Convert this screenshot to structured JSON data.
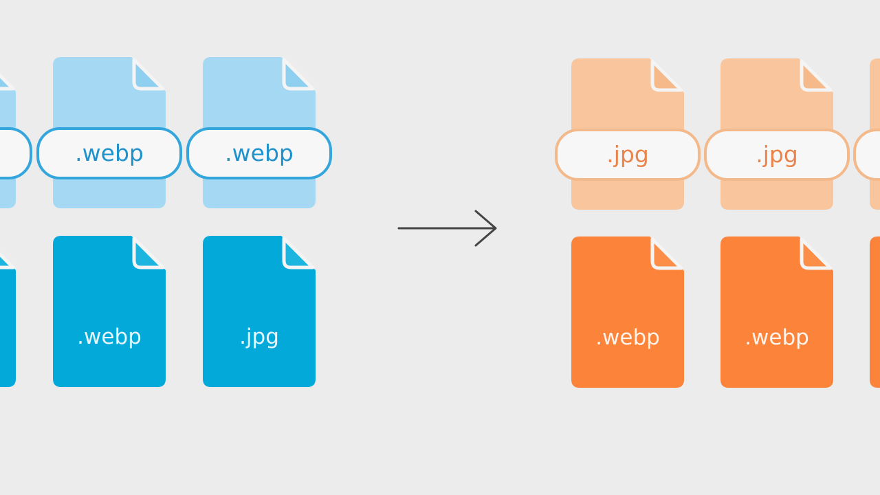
{
  "colors": {
    "background": "#ececec",
    "blue_light": "#a5d9f3",
    "blue_light_fold": "#8fd0f0",
    "blue_dark": "#03a9d8",
    "blue_dark_fold": "#1bb5e0",
    "blue_pill_border": "#34a6dc",
    "blue_pill_text": "#1d92cc",
    "orange_light": "#f8c59c",
    "orange_light_fold": "#f6b98a",
    "orange_dark": "#fc833a",
    "orange_dark_fold": "#fd8e48",
    "orange_pill_border": "#f3b98b",
    "orange_pill_text": "#e9854c",
    "arrow": "#444444"
  },
  "source_group": {
    "top_row": [
      {
        "label": "",
        "style": "light-blue"
      },
      {
        "label": ".webp",
        "style": "light-blue"
      },
      {
        "label": ".webp",
        "style": "light-blue"
      }
    ],
    "bottom_row": [
      {
        "label": "",
        "style": "dark-blue"
      },
      {
        "label": ".webp",
        "style": "dark-blue"
      },
      {
        "label": ".jpg",
        "style": "dark-blue"
      }
    ]
  },
  "arrow_icon": "arrow-right-icon",
  "target_group": {
    "top_row": [
      {
        "label": ".jpg",
        "style": "light-orange"
      },
      {
        "label": ".jpg",
        "style": "light-orange"
      },
      {
        "label": "",
        "style": "light-orange"
      }
    ],
    "bottom_row": [
      {
        "label": ".webp",
        "style": "dark-orange"
      },
      {
        "label": ".webp",
        "style": "dark-orange"
      },
      {
        "label": "",
        "style": "dark-orange"
      }
    ]
  }
}
